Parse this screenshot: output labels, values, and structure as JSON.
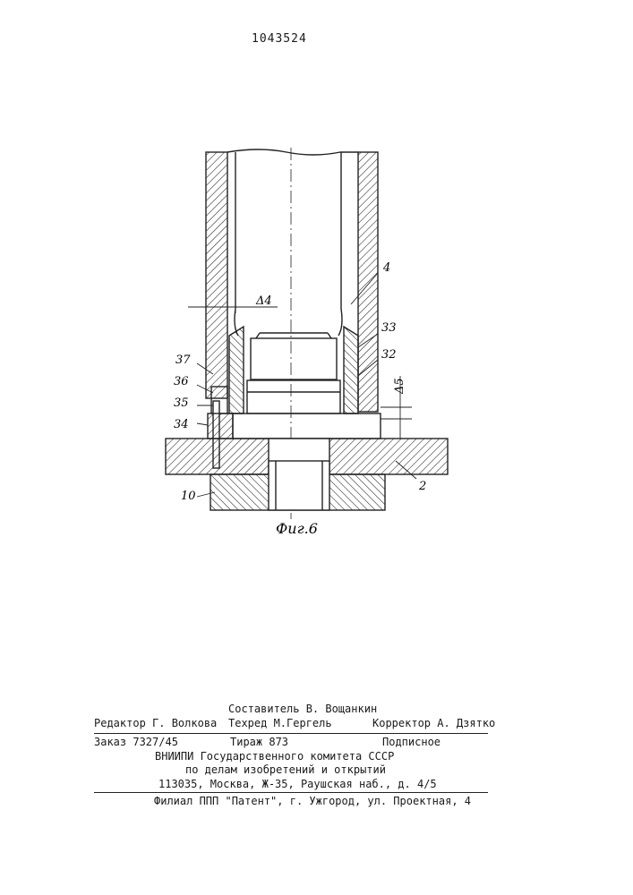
{
  "header": {
    "patent_number": "1043524"
  },
  "figure": {
    "caption": "Фиг.6",
    "labels": {
      "l4": "4",
      "l33": "33",
      "l32": "32",
      "l37": "37",
      "l36": "36",
      "l35": "35",
      "l34": "34",
      "l10": "10",
      "l2": "2",
      "d4": "Δ4",
      "d5": "Δ5"
    }
  },
  "imprint": {
    "compiler": "Составитель В. Вощанкин",
    "editor": "Редактор Г. Волкова",
    "techred": "Техред М.Гергель",
    "corrector": "Корректор А. Дзятко",
    "order": "Заказ 7327/45",
    "circulation": "Тираж 873",
    "subscription": "Подписное",
    "org1": "ВНИИПИ Государственного комитета СССР",
    "org2": "по делам изобретений и открытий",
    "address": "113035, Москва, Ж-35, Раушская наб., д. 4/5",
    "branch": "Филиал ППП \"Патент\", г. Ужгород, ул. Проектная, 4"
  }
}
